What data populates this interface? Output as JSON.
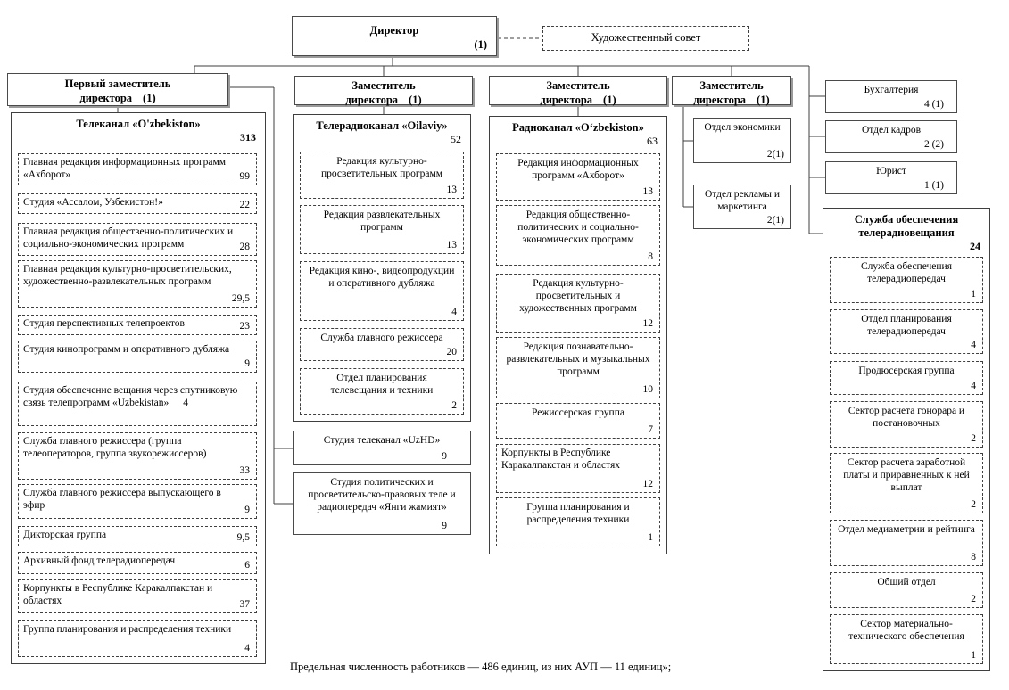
{
  "director": {
    "label": "Директор",
    "count": "(1)"
  },
  "art_council": {
    "label": "Художественный совет"
  },
  "note": "Предельная численность работников — 486 единиц, из них АУП — 11 единиц»;",
  "col1": {
    "header": {
      "label": "Первый заместитель директора",
      "count": "(1)"
    },
    "container": {
      "title": "Телеканал «O'zbekiston»",
      "count": "313"
    },
    "units": [
      {
        "label": "Главная редакция информационных программ «Ахборот»",
        "count": "99"
      },
      {
        "label": "Студия «Ассалом, Узбекистон!»",
        "count": "22"
      },
      {
        "label": "Главная редакция общественно-политических и социально-экономических программ",
        "count": "28"
      },
      {
        "label": "Главная редакция культурно-просветительских, художественно-развлекательных программ",
        "count": "29,5"
      },
      {
        "label": "Студия перспективных телепроектов",
        "count": "23"
      },
      {
        "label": "Студия кинопрограмм и оперативного дубляжа",
        "count": "9"
      },
      {
        "label": "Студия обеспечение вещания через спутниковую связь телепрограмм «Uzbekistan»",
        "count": "4"
      },
      {
        "label": "Служба главного режиссера (группа телеоператоров, группа звукорежиссеров)",
        "count": "33"
      },
      {
        "label": "Служба главного режиссера выпускающего в эфир",
        "count": "9"
      },
      {
        "label": "Дикторская группа",
        "count": "9,5"
      },
      {
        "label": "Архивный фонд телерадиопередач",
        "count": "6"
      },
      {
        "label": "Корпункты в Республике Каракалпакстан и областях",
        "count": "37"
      },
      {
        "label": "Группа планирования и распределения техники",
        "count": "4"
      }
    ]
  },
  "col2": {
    "header": {
      "label": "Заместитель директора",
      "count": "(1)"
    },
    "container": {
      "title": "Телерадиоканал «Oilaviy»",
      "count": "52"
    },
    "units": [
      {
        "label": "Редакция культурно-просветительных программ",
        "count": "13"
      },
      {
        "label": "Редакция развлекательных программ",
        "count": "13"
      },
      {
        "label": "Редакция кино-, видеопродукции и оперативного дубляжа",
        "count": "4"
      },
      {
        "label": "Служба главного режиссера",
        "count": "20"
      },
      {
        "label": "Отдел планирования телевещания и техники",
        "count": "2"
      }
    ],
    "extra_units": [
      {
        "label": "Студия телеканал «UzHD»",
        "count": "9"
      },
      {
        "label": "Студия политических и просветительско-правовых теле и радиопередач «Янги жамият»",
        "count": "9"
      }
    ]
  },
  "col3": {
    "header": {
      "label": "Заместитель директора",
      "count": "(1)"
    },
    "container": {
      "title": "Радиоканал «O‘zbekiston»",
      "count": "63"
    },
    "units": [
      {
        "label": "Редакция информационных программ «Ахборот»",
        "count": "13"
      },
      {
        "label": "Редакция общественно-политических и социально-экономических программ",
        "count": "8"
      },
      {
        "label": "Редакция культурно-просветительных и художественных программ",
        "count": "12"
      },
      {
        "label": "Редакция познавательно-развлекательных и музыкальных программ",
        "count": "10"
      },
      {
        "label": "Режиссерская группа",
        "count": "7"
      },
      {
        "label": "Корпункты в Республике Каракалпакстан и областях",
        "count": "12"
      },
      {
        "label": "Группа планирования и распределения техники",
        "count": "1"
      }
    ]
  },
  "col4": {
    "header": {
      "label": "Заместитель директора",
      "count": "(1)"
    },
    "units": [
      {
        "label": "Отдел экономики",
        "count": "2(1)"
      },
      {
        "label": "Отдел рекламы и маркетинга",
        "count": "2(1)"
      }
    ]
  },
  "col5": {
    "units": [
      {
        "label": "Бухгалтерия",
        "count": "4 (1)"
      },
      {
        "label": "Отдел кадров",
        "count": "2 (2)"
      },
      {
        "label": "Юрист",
        "count": "1 (1)"
      }
    ],
    "container": {
      "title": "Служба обеспечения телерадиовещания",
      "count": "24"
    },
    "service_units": [
      {
        "label": "Служба обеспечения телерадиопередач",
        "count": "1"
      },
      {
        "label": "Отдел планирования телерадиопередач",
        "count": "4"
      },
      {
        "label": "Продюсерская группа",
        "count": "4"
      },
      {
        "label": "Сектор расчета гонорара и постановочных",
        "count": "2"
      },
      {
        "label": "Сектор расчета заработной платы и приравненных к ней выплат",
        "count": "2"
      },
      {
        "label": "Отдел медиаметрии и рейтинга",
        "count": "8"
      },
      {
        "label": "Общий отдел",
        "count": "2"
      },
      {
        "label": "Сектор материально-технического обеспечения",
        "count": "1"
      }
    ]
  }
}
